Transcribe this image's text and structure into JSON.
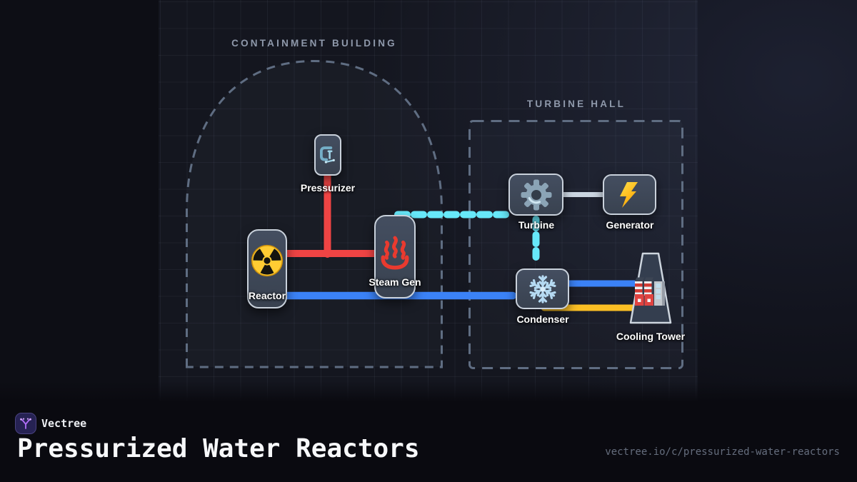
{
  "brand": {
    "name": "Vectree"
  },
  "title": "Pressurized Water Reactors",
  "url": "vectree.io/c/pressurized-water-reactors",
  "diagram": {
    "groups": {
      "containment": {
        "label": "CONTAINMENT BUILDING"
      },
      "turbine_hall": {
        "label": "TURBINE HALL"
      }
    },
    "nodes": {
      "pressurizer": {
        "label": "Pressurizer",
        "icon": "clamp-icon"
      },
      "reactor": {
        "label": "Reactor",
        "icon": "radioactive-icon"
      },
      "steam_gen": {
        "label": "Steam Gen",
        "icon": "hot-springs-icon"
      },
      "turbine": {
        "label": "Turbine",
        "icon": "gear-icon"
      },
      "generator": {
        "label": "Generator",
        "icon": "lightning-icon"
      },
      "condenser": {
        "label": "Condenser",
        "icon": "snowflake-icon"
      },
      "cooling_tower": {
        "label": "Cooling Tower",
        "icon": "factory-icon"
      }
    },
    "pipes": [
      {
        "name": "hot-leg",
        "from": "reactor",
        "to": "steam_gen",
        "color": "#ef4444",
        "style": "solid"
      },
      {
        "name": "pressurizer-line",
        "from": "pressurizer",
        "to": "hot-leg",
        "color": "#ef4444",
        "style": "solid"
      },
      {
        "name": "steam-line",
        "from": "steam_gen",
        "to": "turbine",
        "color": "#67e8f9",
        "style": "dashed"
      },
      {
        "name": "turbine-exhaust",
        "from": "turbine",
        "to": "condenser",
        "color": "#67e8f9",
        "style": "dashed"
      },
      {
        "name": "shaft",
        "from": "turbine",
        "to": "generator",
        "color": "#cbd5e1",
        "style": "solid"
      },
      {
        "name": "cold-leg",
        "from": "condenser",
        "to": "reactor",
        "color": "#3b82f6",
        "style": "solid"
      },
      {
        "name": "cooling-supply",
        "from": "condenser",
        "to": "cooling_tower",
        "color": "#3b82f6",
        "style": "solid"
      },
      {
        "name": "cooling-return",
        "from": "cooling_tower",
        "to": "condenser",
        "color": "#fbbf24",
        "style": "solid"
      }
    ]
  },
  "colors": {
    "background": "#0d0e15",
    "grid_area": "#14161f",
    "group_outline": "#5f6d82",
    "node_fill": "#3d4655",
    "node_border": "#c9d1db",
    "hot_pipe": "#ef4444",
    "steam_pipe": "#67e8f9",
    "cold_pipe": "#3b82f6",
    "cooling_pipe": "#fbbf24",
    "shaft_pipe": "#cbd5e1",
    "accent_purple": "#a855f7"
  }
}
